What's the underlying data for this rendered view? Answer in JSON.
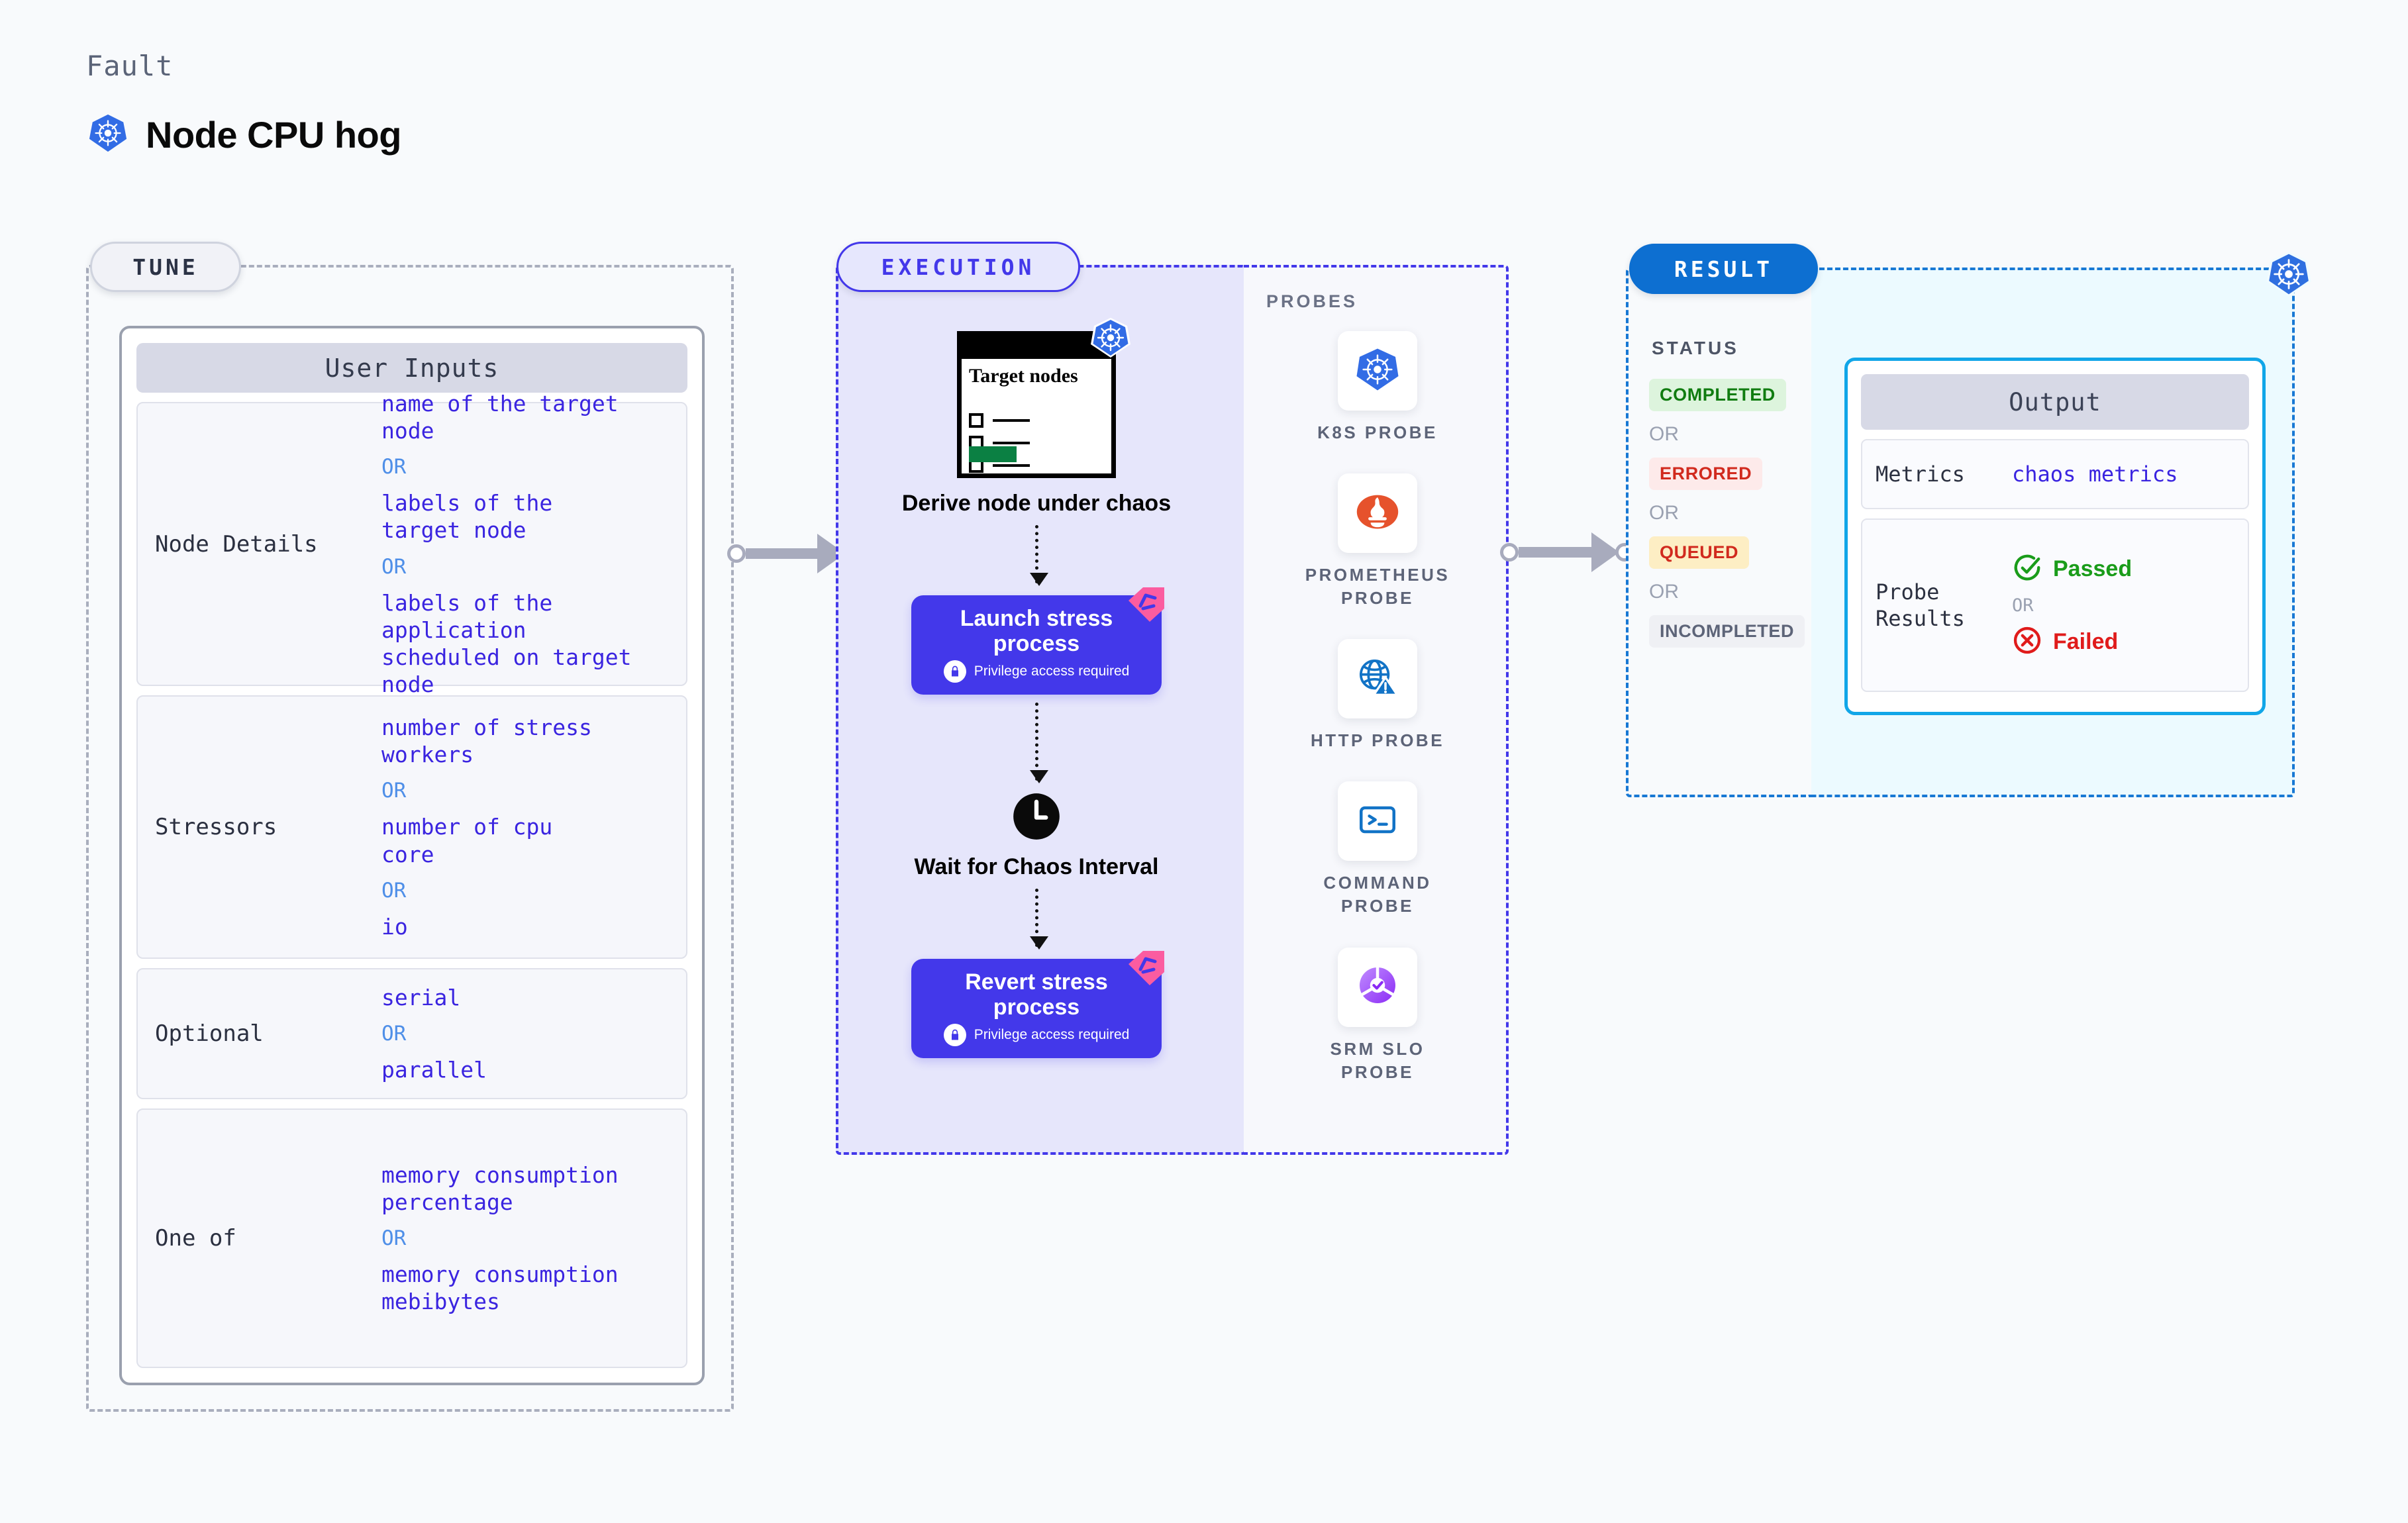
{
  "header": {
    "eyebrow": "Fault",
    "title": "Node CPU hog",
    "icon": "kubernetes-icon"
  },
  "tune": {
    "phase_label": "TUNE",
    "card_title": "User Inputs",
    "rows": [
      {
        "label": "Node Details",
        "values": [
          "name of the target\nnode",
          "labels of the\ntarget node",
          "labels of the application\n scheduled on target node"
        ],
        "separator": "OR"
      },
      {
        "label": "Stressors",
        "values": [
          "number of stress\nworkers",
          "number of cpu\ncore",
          "io"
        ],
        "separator": "OR"
      },
      {
        "label": "Optional",
        "values": [
          "serial",
          "parallel"
        ],
        "separator": "OR"
      },
      {
        "label": "One of",
        "values": [
          "memory consumption\npercentage",
          "memory consumption\nmebibytes"
        ],
        "separator": "OR"
      }
    ]
  },
  "execution": {
    "phase_label": "EXECUTION",
    "steps": [
      {
        "kind": "screen",
        "screen_title": "Target\nnodes",
        "label": "Derive node under\nchaos",
        "icon": "kubernetes-icon"
      },
      {
        "kind": "process",
        "label": "Launch stress\nprocess",
        "sublabel": "Privilege access required",
        "icon": "lock-icon"
      },
      {
        "kind": "clock",
        "label": "Wait for Chaos\nInterval",
        "icon": "clock-icon"
      },
      {
        "kind": "process",
        "label": "Revert stress\nprocess",
        "sublabel": "Privilege access required",
        "icon": "lock-icon"
      }
    ]
  },
  "probes": {
    "section_title": "PROBES",
    "items": [
      {
        "name": "K8S PROBE",
        "icon": "kubernetes-icon"
      },
      {
        "name": "PROMETHEUS PROBE",
        "icon": "prometheus-icon"
      },
      {
        "name": "HTTP PROBE",
        "icon": "globe-warning-icon"
      },
      {
        "name": "COMMAND PROBE",
        "icon": "terminal-icon"
      },
      {
        "name": "SRM SLO PROBE",
        "icon": "srm-slo-icon"
      }
    ]
  },
  "result": {
    "phase_label": "RESULT",
    "status_title": "STATUS",
    "separator": "OR",
    "statuses": [
      {
        "label": "COMPLETED",
        "color": "#107c10",
        "bg": "#ddf4dd"
      },
      {
        "label": "ERRORED",
        "color": "#d12a1e",
        "bg": "#fdeaea"
      },
      {
        "label": "QUEUED",
        "color": "#d12a1e",
        "bg": "#fdeec4"
      },
      {
        "label": "INCOMPLETED",
        "color": "#5d6478",
        "bg": "#eff0f4"
      }
    ]
  },
  "output": {
    "card_title": "Output",
    "metrics_label": "Metrics",
    "metrics_value": "chaos metrics",
    "probe_results_label": "Probe\nResults",
    "probe_passed": "Passed",
    "probe_failed": "Failed",
    "probe_separator": "OR"
  },
  "colors": {
    "accent_purple": "#4338ea",
    "accent_blue": "#0d6fd1",
    "accent_cyan": "#11a6e8",
    "value_text": "#3a24e0",
    "or_text": "#4f8fe8",
    "k8s_blue": "#326ce5"
  }
}
